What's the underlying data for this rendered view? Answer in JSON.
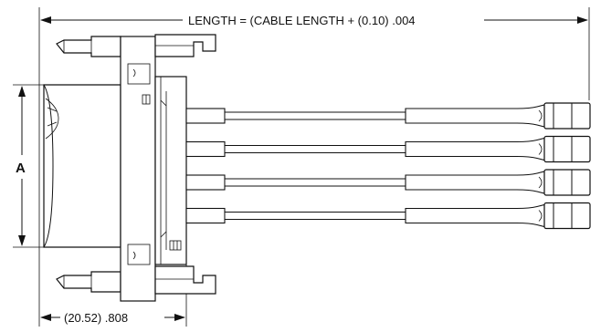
{
  "dimensions": {
    "length_label": "LENGTH = (CABLE LENGTH + (0.10) .004",
    "depth_label": "(20.52) .808",
    "height_label": "A"
  },
  "connector": {
    "cable_count": 4
  }
}
